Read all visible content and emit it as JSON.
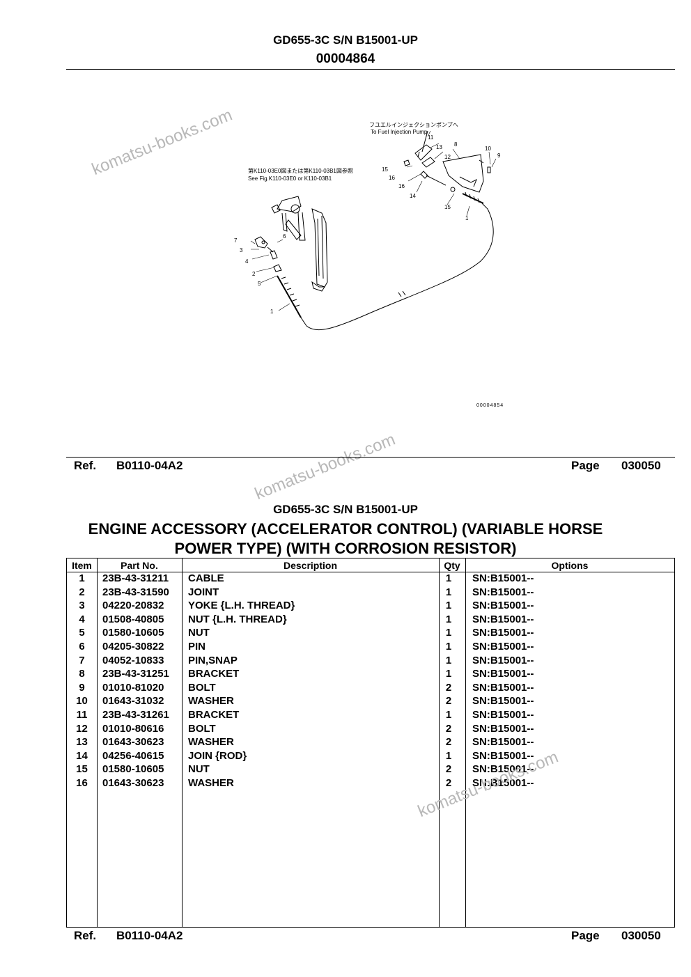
{
  "header": {
    "model": "GD655-3C S/N B15001-UP",
    "diagram_id": "00004864"
  },
  "watermark": "komatsu-books.com",
  "diagram": {
    "note_left_jp": "第K110-03E0図または第K110-03B1図参照",
    "note_left_en": "See Fig.K110-03E0 or K110-03B1",
    "note_right_jp": "フユエルインジェクションポンプへ",
    "note_right_en": "To Fuel Injection Pump",
    "callouts": [
      "1",
      "2",
      "3",
      "4",
      "5",
      "6",
      "7",
      "8",
      "9",
      "10",
      "11",
      "12",
      "13",
      "14",
      "15",
      "16"
    ],
    "image_code": "00004854"
  },
  "ref_bar": {
    "ref_label": "Ref.",
    "ref_value": "B0110-04A2",
    "page_label": "Page",
    "page_value": "030050"
  },
  "parts_section": {
    "model": "GD655-3C S/N B15001-UP",
    "title_line1": "ENGINE ACCESSORY (ACCELERATOR CONTROL) (VARIABLE HORSE",
    "title_line2": "POWER TYPE) (WITH CORROSION RESISTOR)",
    "columns": [
      "Item",
      "Part No.",
      "Description",
      "Qty",
      "Options"
    ],
    "rows": [
      {
        "item": "1",
        "part": "23B-43-31211",
        "desc": "CABLE",
        "qty": "1",
        "opt": "SN:B15001--"
      },
      {
        "item": "2",
        "part": "23B-43-31590",
        "desc": "JOINT",
        "qty": "1",
        "opt": "SN:B15001--"
      },
      {
        "item": "3",
        "part": "04220-20832",
        "desc": "YOKE {L.H. THREAD}",
        "qty": "1",
        "opt": "SN:B15001--"
      },
      {
        "item": "4",
        "part": "01508-40805",
        "desc": "NUT {L.H. THREAD}",
        "qty": "1",
        "opt": "SN:B15001--"
      },
      {
        "item": "5",
        "part": "01580-10605",
        "desc": "NUT",
        "qty": "1",
        "opt": "SN:B15001--"
      },
      {
        "item": "6",
        "part": "04205-30822",
        "desc": "PIN",
        "qty": "1",
        "opt": "SN:B15001--"
      },
      {
        "item": "7",
        "part": "04052-10833",
        "desc": "PIN,SNAP",
        "qty": "1",
        "opt": "SN:B15001--"
      },
      {
        "item": "8",
        "part": "23B-43-31251",
        "desc": "BRACKET",
        "qty": "1",
        "opt": "SN:B15001--"
      },
      {
        "item": "9",
        "part": "01010-81020",
        "desc": "BOLT",
        "qty": "2",
        "opt": "SN:B15001--"
      },
      {
        "item": "10",
        "part": "01643-31032",
        "desc": "WASHER",
        "qty": "2",
        "opt": "SN:B15001--"
      },
      {
        "item": "11",
        "part": "23B-43-31261",
        "desc": "BRACKET",
        "qty": "1",
        "opt": "SN:B15001--"
      },
      {
        "item": "12",
        "part": "01010-80616",
        "desc": "BOLT",
        "qty": "2",
        "opt": "SN:B15001--"
      },
      {
        "item": "13",
        "part": "01643-30623",
        "desc": "WASHER",
        "qty": "2",
        "opt": "SN:B15001--"
      },
      {
        "item": "14",
        "part": "04256-40615",
        "desc": "JOIN {ROD}",
        "qty": "1",
        "opt": "SN:B15001--"
      },
      {
        "item": "15",
        "part": "01580-10605",
        "desc": "NUT",
        "qty": "2",
        "opt": "SN:B15001--"
      },
      {
        "item": "16",
        "part": "01643-30623",
        "desc": "WASHER",
        "qty": "2",
        "opt": "SN:B15001--"
      }
    ]
  }
}
